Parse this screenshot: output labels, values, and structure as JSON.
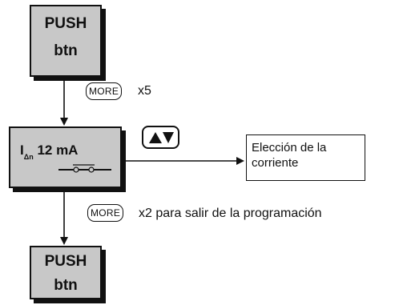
{
  "push_top": {
    "line1": "PUSH",
    "line2": "btn"
  },
  "step1": {
    "button_label": "MORE",
    "repeat_text": "x5"
  },
  "display": {
    "symbol": "I",
    "subscript": "Δn",
    "value": "12 mA"
  },
  "arrow_button": {
    "icon": "up-down-triangles-icon"
  },
  "result": {
    "text": "Elección de la corriente"
  },
  "step2": {
    "button_label": "MORE",
    "repeat_text": "x2 para salir de la programación"
  },
  "push_bottom": {
    "line1": "PUSH",
    "line2": "btn"
  }
}
